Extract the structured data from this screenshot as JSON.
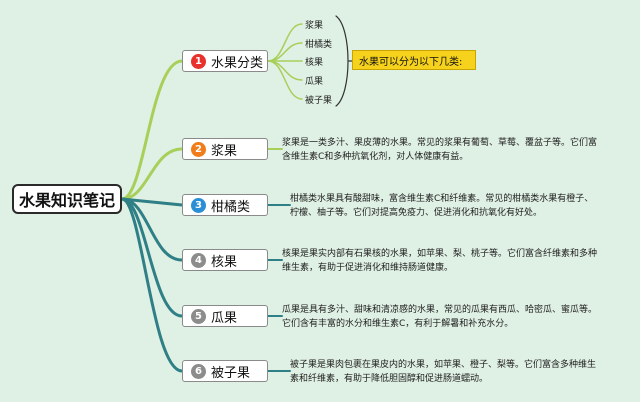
{
  "root": {
    "label": "水果知识笔记"
  },
  "topics": [
    {
      "num": "1",
      "label": "水果分类",
      "color": "#e8302c"
    },
    {
      "num": "2",
      "label": "浆果",
      "color": "#f07d1a"
    },
    {
      "num": "3",
      "label": "柑橘类",
      "color": "#2a8fd4"
    },
    {
      "num": "4",
      "label": "核果",
      "color": "#8c8c8c"
    },
    {
      "num": "5",
      "label": "瓜果",
      "color": "#8c8c8c"
    },
    {
      "num": "6",
      "label": "被子果",
      "color": "#8c8c8c"
    }
  ],
  "subtypes": [
    "浆果",
    "柑橘类",
    "核果",
    "瓜果",
    "被子果"
  ],
  "callout": "水果可以分为以下几类:",
  "descriptions": {
    "berry": "浆果是一类多汁、果皮薄的水果。常见的浆果有葡萄、草莓、覆盆子等。它们富含维生素C和多种抗氧化剂，对人体健康有益。",
    "citrus": "柑橘类水果具有酸甜味，富含维生素C和纤维素。常见的柑橘类水果有橙子、柠檬、柚子等。它们对提高免疫力、促进消化和抗氧化有好处。",
    "drupe": "核果是果实内部有石果核的水果，如苹果、梨、桃子等。它们富含纤维素和多种维生素，有助于促进消化和维持肠道健康。",
    "melon": "瓜果是具有多汁、甜味和清凉感的水果，常见的瓜果有西瓜、哈密瓜、蜜瓜等。它们含有丰富的水分和维生素C，有利于解暑和补充水分。",
    "angiosperm": "被子果是果肉包裹在果皮内的水果，如苹果、橙子、梨等。它们富含多种维生素和纤维素，有助于降低胆固醇和促进肠道蠕动。"
  },
  "colors": {
    "background": "#dff0e4",
    "branch_green": "#a8cf5a",
    "branch_teal": "#2f7f86"
  }
}
